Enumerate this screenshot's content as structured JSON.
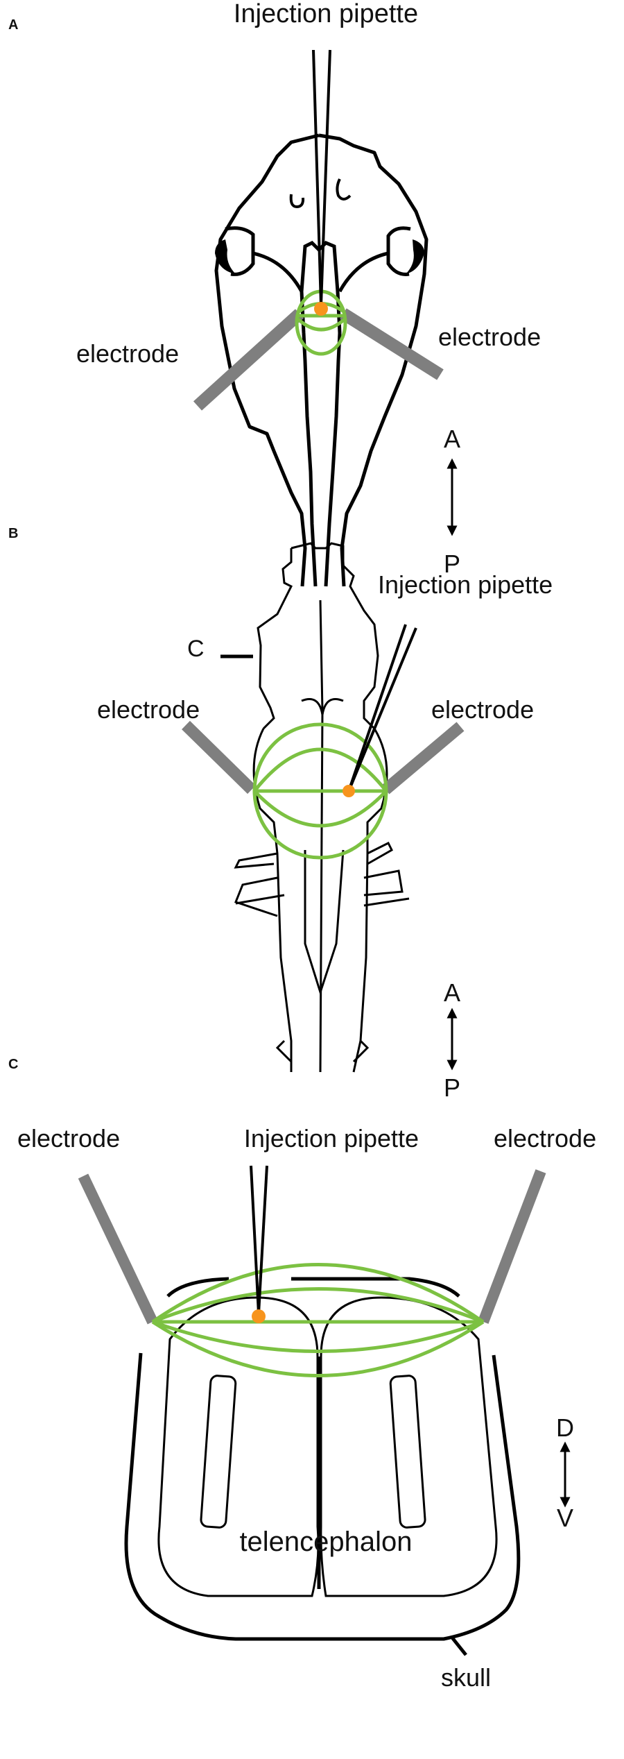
{
  "figure": {
    "panels": [
      {
        "id": "A",
        "label": "A",
        "pipette_label": "Injection pipette",
        "electrode_left_label": "electrode",
        "electrode_right_label": "electrode",
        "axis_top": "A",
        "axis_bottom": "P"
      },
      {
        "id": "B",
        "label": "B",
        "pipette_label": "Injection pipette",
        "electrode_left_label": "electrode",
        "electrode_right_label": "electrode",
        "section_marker": "C",
        "axis_top": "A",
        "axis_bottom": "P"
      },
      {
        "id": "C",
        "label": "C",
        "pipette_label": "Injection pipette",
        "electrode_left_label": "electrode",
        "electrode_right_label": "electrode",
        "tissue_label": "telencephalon",
        "skull_label": "skull",
        "axis_top": "D",
        "axis_bottom": "V"
      }
    ],
    "colors": {
      "field_lines": "#7cc142",
      "electrode": "#7f7f7f",
      "injection_site": "#f7941d",
      "outline": "#000000"
    }
  }
}
